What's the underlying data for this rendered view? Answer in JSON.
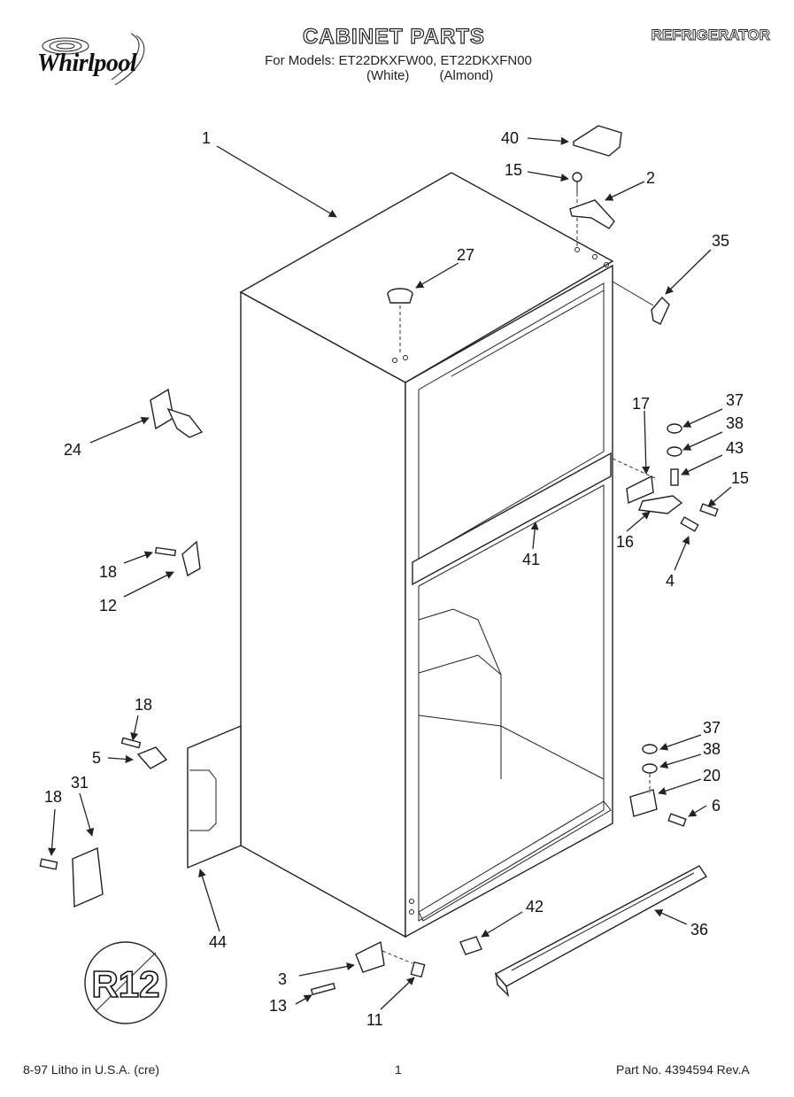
{
  "header": {
    "brand": "Whirlpool",
    "title": "CABINET PARTS",
    "category": "REFRIGERATOR",
    "models_line": "For Models: ET22DKXFW00, ET22DKXFN00",
    "variant_white": "(White)",
    "variant_almond": "(Almond)"
  },
  "callouts": {
    "c1": "1",
    "c2": "2",
    "c3": "3",
    "c4": "4",
    "c5": "5",
    "c6": "6",
    "c11": "11",
    "c12": "12",
    "c13": "13",
    "c15a": "15",
    "c15b": "15",
    "c16": "16",
    "c17": "17",
    "c18a": "18",
    "c18b": "18",
    "c18c": "18",
    "c20": "20",
    "c24": "24",
    "c27": "27",
    "c31": "31",
    "c35": "35",
    "c36": "36",
    "c37a": "37",
    "c37b": "37",
    "c38a": "38",
    "c38b": "38",
    "c40": "40",
    "c41": "41",
    "c42": "42",
    "c43": "43",
    "c44": "44"
  },
  "refrigerant_badge": "R12",
  "footer": {
    "litho": "8-97 Litho in U.S.A. (cre)",
    "page": "1",
    "part_no": "Part No. 4394594 Rev.A"
  },
  "colors": {
    "ink": "#222222",
    "paper": "#ffffff"
  }
}
